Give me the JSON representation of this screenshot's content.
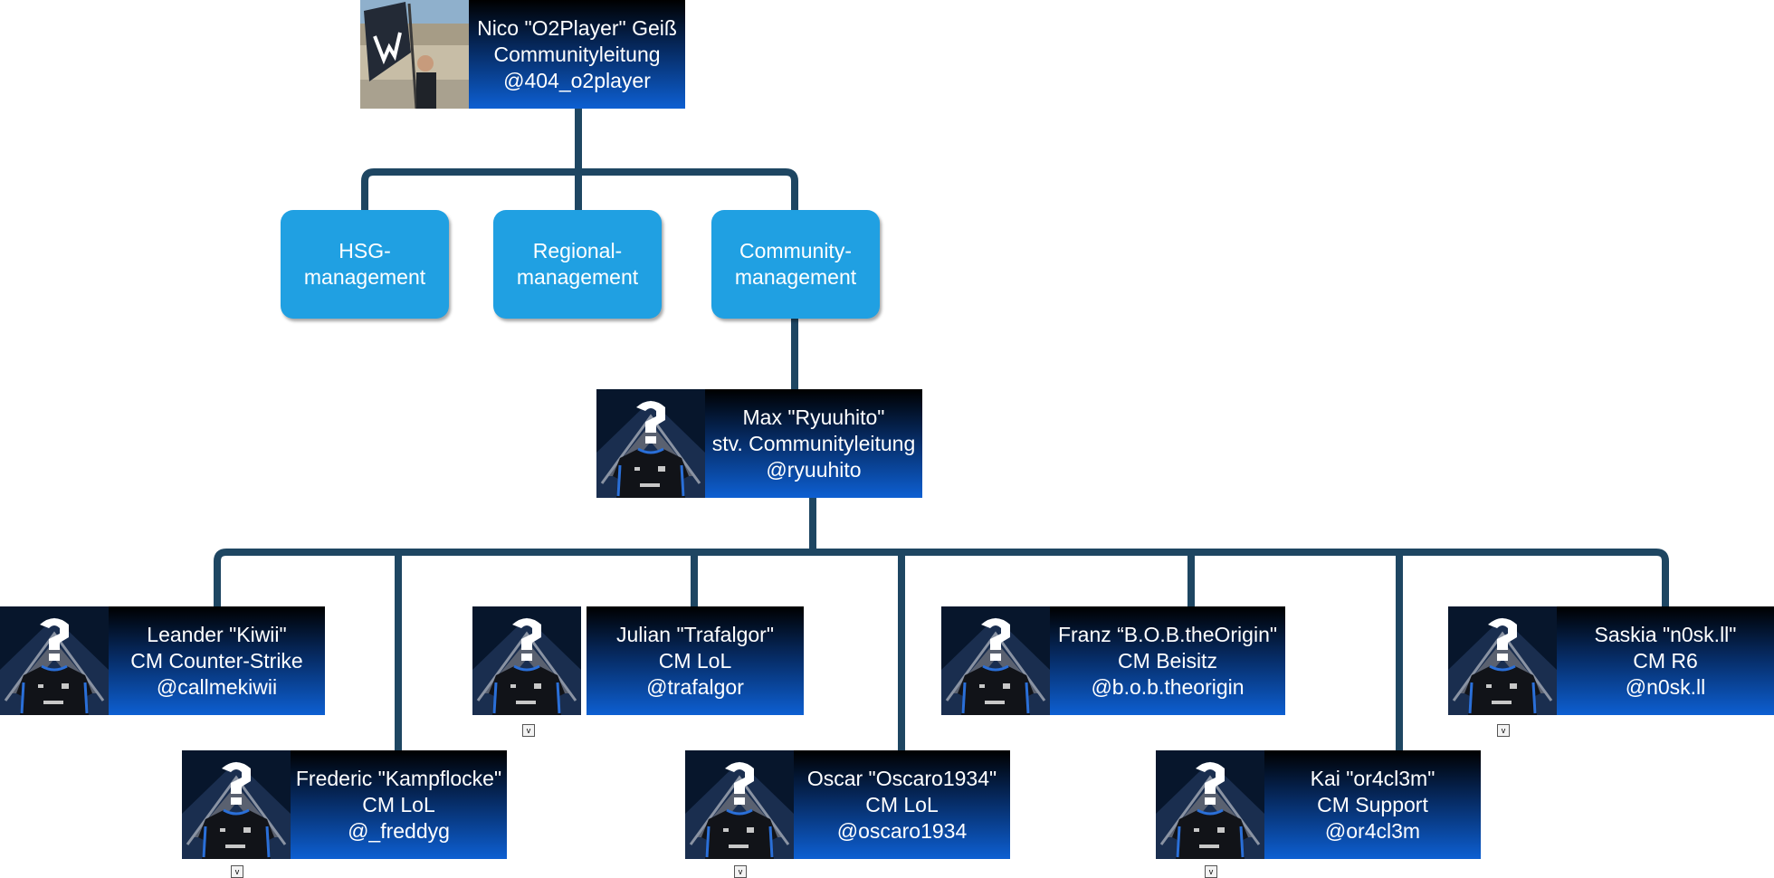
{
  "leader": {
    "name": "Nico \"O2Player\" Geiß",
    "role": "Communityleitung",
    "handle": "@404_o2player"
  },
  "departments": [
    {
      "line1": "HSG-",
      "line2": "management"
    },
    {
      "line1": "Regional-",
      "line2": "management"
    },
    {
      "line1": "Community-",
      "line2": "management"
    }
  ],
  "deputy": {
    "name": "Max \"Ryuuhito\"",
    "role": "stv. Communityleitung",
    "handle": "@ryuuhito"
  },
  "members": [
    {
      "name": "Leander \"Kiwii\"",
      "role": "CM Counter-Strike",
      "handle": "@callmekiwii"
    },
    {
      "name": "Frederic \"Kampflocke\"",
      "role": "CM LoL",
      "handle": "@_freddyg"
    },
    {
      "name": "Julian \"Trafalgor\"",
      "role": "CM LoL",
      "handle": "@trafalgor"
    },
    {
      "name": "Oscar \"Oscaro1934\"",
      "role": "CM LoL",
      "handle": "@oscaro1934"
    },
    {
      "name": "Franz “B.O.B.theOrigin\"",
      "role": "CM Beisitz",
      "handle": "@b.o.b.theorigin"
    },
    {
      "name": "Kai \"or4cl3m\"",
      "role": "CM Support",
      "handle": "@or4cl3m"
    },
    {
      "name": "Saskia \"n0sk.ll\"",
      "role": "CM R6",
      "handle": "@n0sk.ll"
    }
  ],
  "expand_marker": "v",
  "colors": {
    "connector": "#1e4662",
    "department": "#20a0e2",
    "card_top": "#000000",
    "card_bottom": "#0d5fd2"
  }
}
